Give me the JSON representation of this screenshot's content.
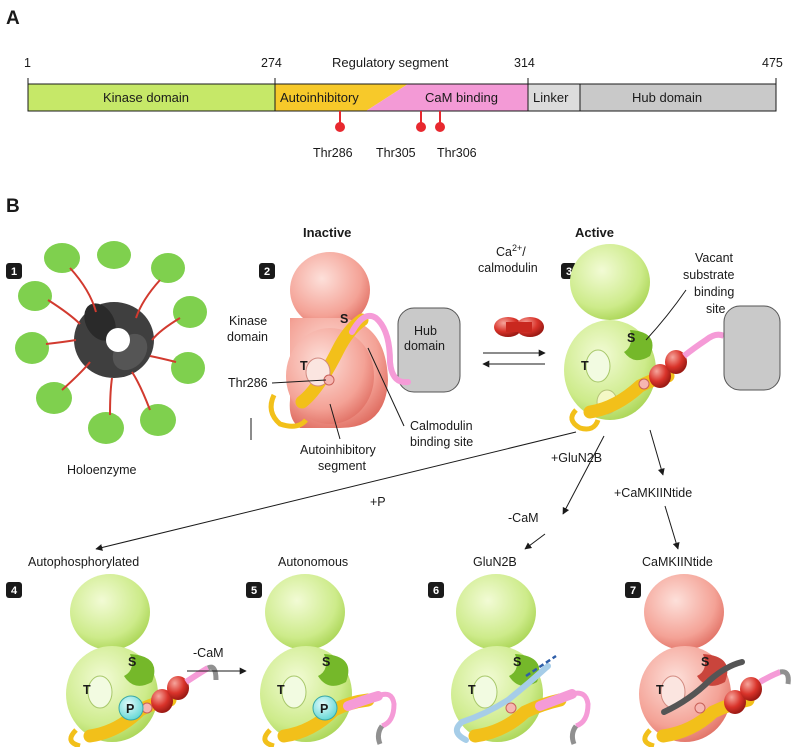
{
  "panel_a": {
    "letter": "A",
    "positions": [
      "1",
      "274",
      "314",
      "475"
    ],
    "regulatory_label": "Regulatory segment",
    "domains": {
      "kinase": "Kinase domain",
      "autoinhibitory": "Autoinhibitory",
      "cam_binding": "CaM binding",
      "linker": "Linker",
      "hub": "Hub domain"
    },
    "sites": [
      "Thr286",
      "Thr305",
      "Thr306"
    ],
    "colors": {
      "kinase": "#c6e868",
      "autoinhibitory": "#f7c92a",
      "cam_binding": "#f39ad6",
      "linker": "#dcdcdc",
      "hub": "#c9c9c9",
      "site": "#e8282f"
    }
  },
  "panel_b": {
    "letter": "B",
    "headers": {
      "inactive": "Inactive",
      "active": "Active"
    },
    "states": {
      "s1": {
        "badge": "1",
        "caption": "Holoenzyme"
      },
      "s2": {
        "badge": "2",
        "kinase_label": "Kinase\ndomain",
        "hub_label": "Hub\ndomain",
        "thr_label": "Thr286",
        "autoinhibitory_label": "Autoinhibitory\nsegment",
        "cam_site_label": "Calmodulin\nbinding site",
        "t": "T",
        "s": "S"
      },
      "s3": {
        "badge": "3",
        "vacant_label": "Vacant\nsubstrate\nbinding\nsite",
        "t": "T",
        "s": "S"
      },
      "s4": {
        "badge": "4",
        "caption": "Autophosphorylated",
        "t": "T",
        "s": "S",
        "p": "P"
      },
      "s5": {
        "badge": "5",
        "caption": "Autonomous",
        "t": "T",
        "s": "S",
        "p": "P"
      },
      "s6": {
        "badge": "6",
        "caption": "GluN2B",
        "t": "T",
        "s": "S"
      },
      "s7": {
        "badge": "7",
        "caption": "CaMKIINtide",
        "t": "T",
        "s": "S"
      }
    },
    "transitions": {
      "ca_cam": "Ca2+/\ncalmodulin",
      "plus_p": "+P",
      "plus_glun2b": "+GluN2B",
      "minus_cam_a": "-CaM",
      "minus_cam_b": "-CaM",
      "plus_camkiintide": "+CaMKIINtide"
    }
  }
}
